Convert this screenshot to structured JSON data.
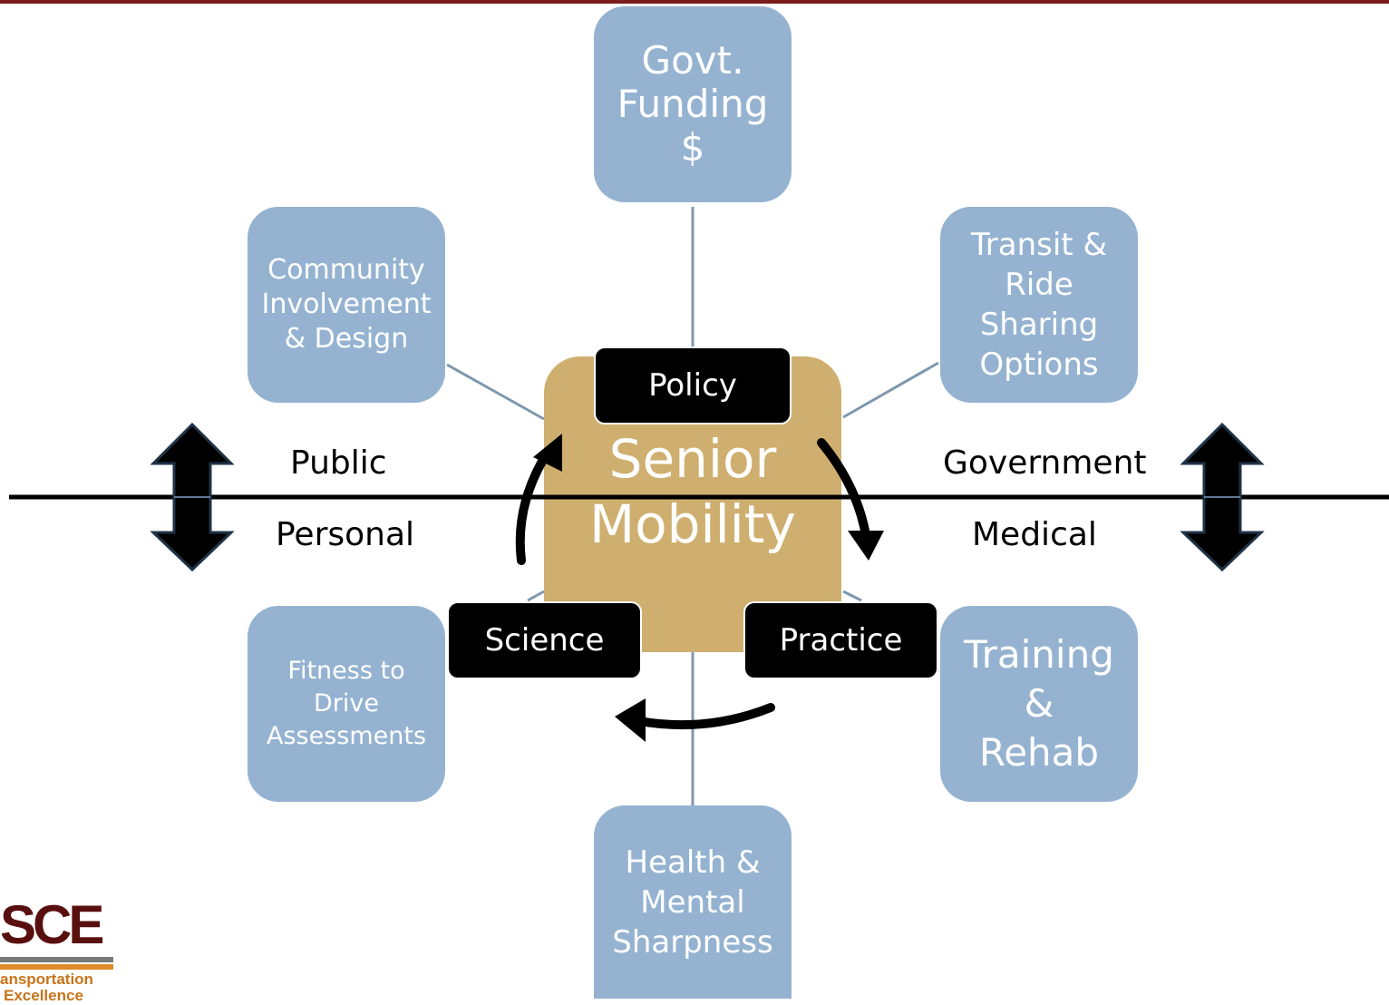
{
  "center": {
    "label": "Senior\nMobility"
  },
  "pillars": {
    "policy": "Policy",
    "science": "Science",
    "practice": "Practice"
  },
  "nodes": {
    "govt_funding": "Govt.\nFunding\n$",
    "community": "Community\nInvolvement\n& Design",
    "transit": "Transit &\nRide\nSharing\nOptions",
    "fitness": "Fitness to\nDrive\nAssessments",
    "training": "Training\n&\nRehab",
    "health": "Health &\nMental\nSharpness"
  },
  "axis_labels": {
    "public": "Public",
    "personal": "Personal",
    "government": "Government",
    "medical": "Medical"
  },
  "logo": {
    "text": "SCE",
    "line1": "ansportation",
    "line2": "Excellence"
  },
  "colors": {
    "node_fill": "#95b3d1",
    "center_fill": "#cfaf6f",
    "connector": "#7f97ad",
    "top_bar": "#7b1c1c"
  }
}
